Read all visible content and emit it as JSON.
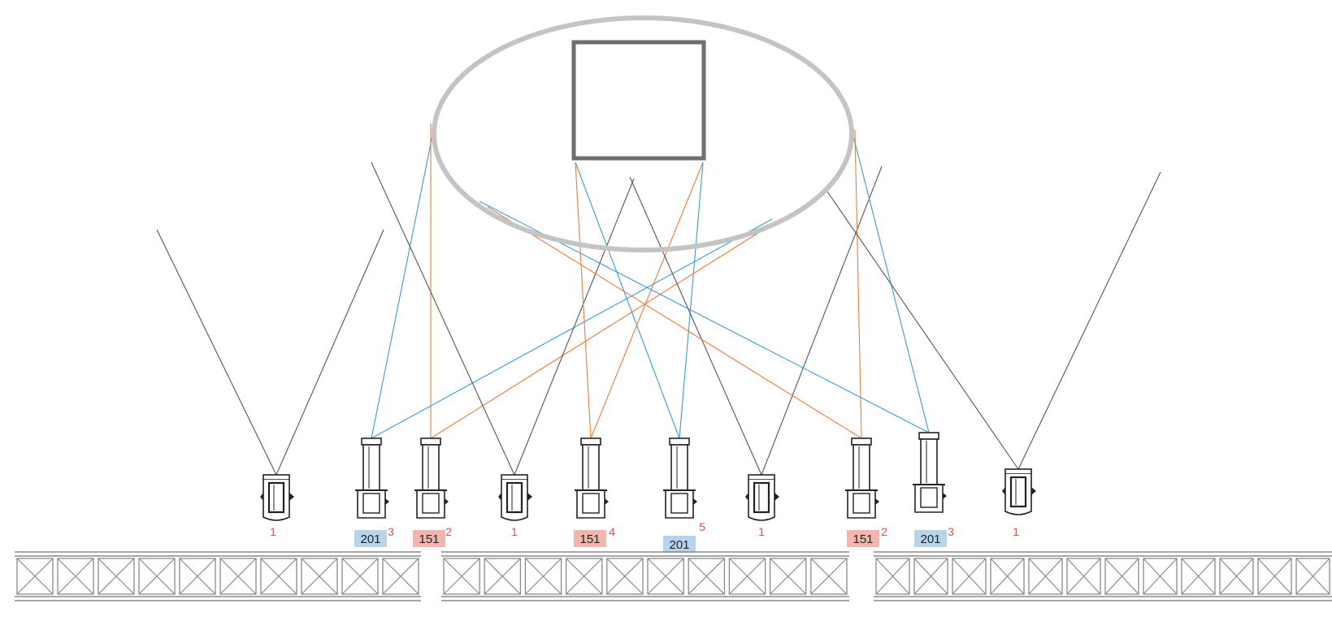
{
  "colors": {
    "background": "#ffffff",
    "target_ellipse": "#c4c4c4",
    "target_square": "#6e6e6e",
    "beam_white": "#555555",
    "beam_blue": "#3a9ad9",
    "beam_orange": "#ef7b3c",
    "gel_blue_fill": "#b6d4ec",
    "gel_red_fill": "#f3b6ae",
    "unit_label": "#d9534f",
    "truss": "#8a8a8a"
  },
  "fixtures": [
    {
      "id": "f1",
      "kind": "compact",
      "beam": "white",
      "unit": "1",
      "gel": ""
    },
    {
      "id": "f2",
      "kind": "tall",
      "beam": "blue",
      "unit": "3",
      "gel": "201"
    },
    {
      "id": "f3",
      "kind": "tall",
      "beam": "orange",
      "unit": "2",
      "gel": "151"
    },
    {
      "id": "f4",
      "kind": "compact",
      "beam": "white",
      "unit": "1",
      "gel": ""
    },
    {
      "id": "f5",
      "kind": "tall",
      "beam": "orange",
      "unit": "4",
      "gel": "151"
    },
    {
      "id": "f6",
      "kind": "tall",
      "beam": "blue",
      "unit": "5",
      "gel": "201"
    },
    {
      "id": "f7",
      "kind": "compact",
      "beam": "white",
      "unit": "1",
      "gel": ""
    },
    {
      "id": "f8",
      "kind": "tall",
      "beam": "orange",
      "unit": "2",
      "gel": "151"
    },
    {
      "id": "f9",
      "kind": "tall",
      "beam": "blue",
      "unit": "3",
      "gel": "201"
    },
    {
      "id": "f10",
      "kind": "compact",
      "beam": "white",
      "unit": "1",
      "gel": ""
    }
  ],
  "truss_sections": [
    {
      "id": "left"
    },
    {
      "id": "center"
    },
    {
      "id": "right"
    }
  ]
}
